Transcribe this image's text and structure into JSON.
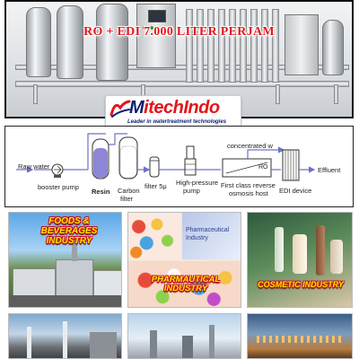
{
  "hero": {
    "title": "RO + EDI 7.000 LITER PERJAM"
  },
  "logo": {
    "name_part1": "M",
    "name_part2": "itechIndo",
    "tagline": "Leader in watertreatment technologies"
  },
  "diagram": {
    "raw_water": "Raw water",
    "booster_pump": "booster pump",
    "resin": "Resin",
    "carbon_filter_1": "Carbon",
    "carbon_filter_2": "filter",
    "filter": "filter 5μ",
    "hp_pump_1": "High-pressure",
    "hp_pump_2": "pump",
    "concentrated": "concentrated w",
    "ro_label": "RO",
    "ro_host_1": "First class reverse",
    "ro_host_2": "osmosis host",
    "edi": "EDI device",
    "effluent": "Effluent",
    "colors": {
      "flow": "#6a73c9",
      "resin": "#8e86d6"
    }
  },
  "tiles": [
    {
      "label": "FOODS & BEVERAGES INDUSTRY"
    },
    {
      "label": "PHARMAUTICAL INDUSTRY",
      "inner_text_1": "Pharmaceutical",
      "inner_text_2": "Industry"
    },
    {
      "label": "COSMETIC INDUSTRY"
    },
    {
      "label": ""
    },
    {
      "label": ""
    },
    {
      "label": ""
    }
  ]
}
